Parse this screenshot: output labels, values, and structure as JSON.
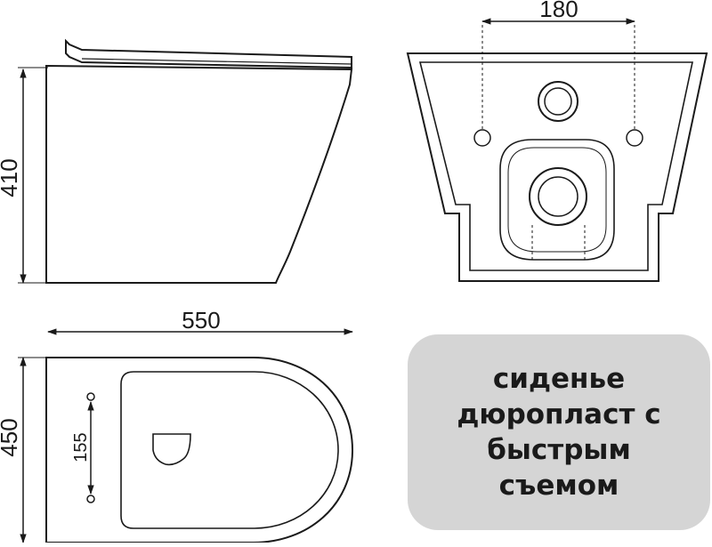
{
  "dimensions": {
    "side_height": "410",
    "top_spacing": "180",
    "length": "550",
    "plan_width": "450",
    "hole_spacing": "155"
  },
  "note": {
    "lines": [
      "сиденье",
      "дюропласт с",
      "быстрым",
      "съемом"
    ],
    "background": "#d5d5d5"
  },
  "colors": {
    "line": "#1a1a1a",
    "paper": "#ffffff"
  }
}
